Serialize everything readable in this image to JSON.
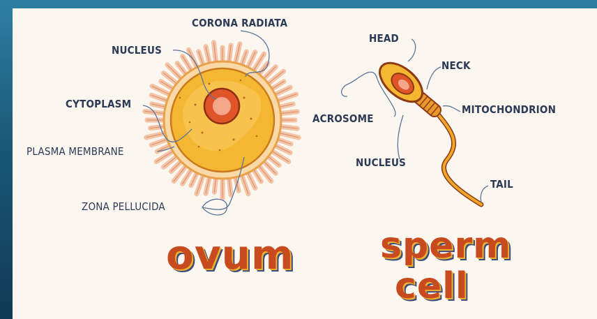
{
  "ovum": {
    "title": "ovum",
    "labels": {
      "corona_radiata": "CORONA RADIATA",
      "nucleus": "NUCLEUS",
      "cytoplasm": "CYTOPLASM",
      "plasma_membrane": "PLASMA MEMBRANE",
      "zona_pellucida": "ZONA PELLUCIDA"
    }
  },
  "sperm": {
    "title_line1": "sperm",
    "title_line2": "cell",
    "labels": {
      "head": "HEAD",
      "neck": "NECK",
      "mitochondrion": "MITOCHONDRION",
      "acrosome": "ACROSOME",
      "nucleus": "NUCLEUS",
      "tail": "TAIL"
    }
  },
  "colors": {
    "frame": "#1a5878",
    "background": "#fbf6ef",
    "cytoplasm": "#f5b731",
    "corona": "#f3c4a6",
    "nucleus": "#e0542a",
    "tail": "#f0a62a",
    "title": "#c84a1f",
    "label": "#2c3a55"
  }
}
